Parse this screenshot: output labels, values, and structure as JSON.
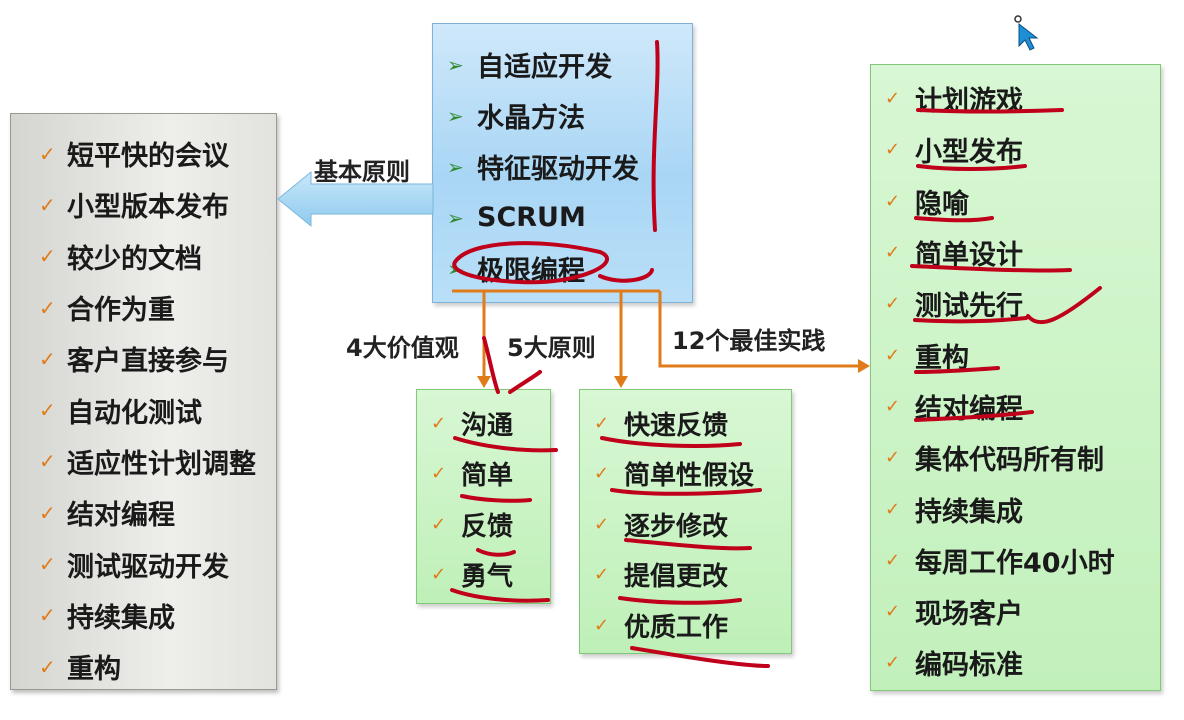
{
  "left_box": {
    "items": [
      "短平快的会议",
      "小型版本发布",
      "较少的文档",
      "合作为重",
      "客户直接参与",
      "自动化测试",
      "适应性计划调整",
      "结对编程",
      "测试驱动开发",
      "持续集成",
      "重构"
    ]
  },
  "center_box": {
    "items": [
      "自适应开发",
      "水晶方法",
      "特征驱动开发",
      "SCRUM",
      "极限编程"
    ]
  },
  "labels": {
    "basic_principles": "基本原则",
    "four_values": "4大价值观",
    "five_principles": "5大原则",
    "twelve_practices": "12个最佳实践"
  },
  "values_box": {
    "items": [
      "沟通",
      "简单",
      "反馈",
      "勇气"
    ]
  },
  "principles_box": {
    "items": [
      "快速反馈",
      "简单性假设",
      "逐步修改",
      "提倡更改",
      "优质工作"
    ]
  },
  "practices_box": {
    "items": [
      "计划游戏",
      "小型发布",
      "隐喻",
      "简单设计",
      "测试先行",
      "重构",
      "结对编程",
      "集体代码所有制",
      "持续集成",
      "每周工作40小时",
      "现场客户",
      "编码标准"
    ]
  },
  "colors": {
    "check": "#e07b1a",
    "arrow_orange": "#e07b1a",
    "arrow_blue": "#9fd3f0",
    "annotation_red": "#c0001a",
    "triangle_green": "#2f8a2f"
  },
  "icons": {
    "bullet_check": "check-icon",
    "bullet_triangle": "triangle-bullet-icon",
    "cursor": "mouse-pointer-icon"
  }
}
